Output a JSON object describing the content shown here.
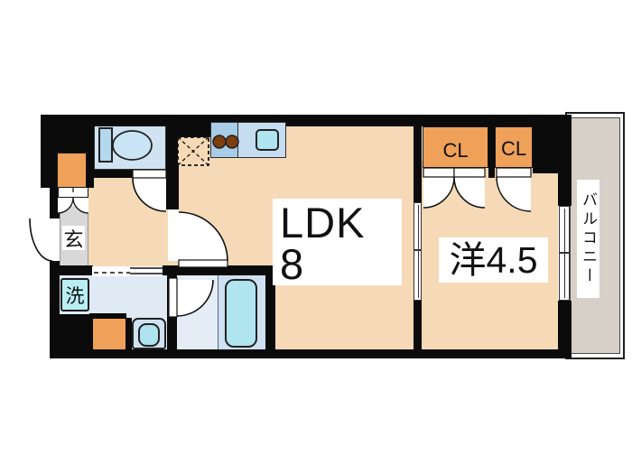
{
  "title": "apartment-floor-plan",
  "rooms": {
    "ldk": {
      "name": "LDK",
      "size": "8"
    },
    "western": {
      "label": "洋4.5"
    },
    "closet_left": {
      "label": "CL"
    },
    "closet_right": {
      "label": "CL"
    },
    "balcony": {
      "label": "バルコニー"
    },
    "entrance": {
      "label": "玄"
    },
    "washing_machine": {
      "label": "洗"
    }
  },
  "fixtures": [
    "toilet",
    "kitchen-stove-2-burner",
    "kitchen-sink",
    "refrigerator-space",
    "washing-machine",
    "washbasin",
    "bathtub",
    "shoe-cabinet",
    "sliding-windows",
    "hinged-doors",
    "closet-double-doors",
    "accordion-door"
  ],
  "colors": {
    "wall": "#0b0b0b",
    "room-peach": "#f6d9b6",
    "closet-orange": "#f0a159",
    "balcony-gray": "#d6d0c8",
    "genkan-gray": "#d8d8d8",
    "toilet-blue": "#cfe3f1",
    "washroom-blue": "#dfeaf5",
    "bathroom-blue": "#e4edf6",
    "tubarea-blue": "#cfe0f0",
    "tub-cyan": "#b0e4ef",
    "fixture-cyan": "#aee3ef",
    "washer-cyan": "#b9eef4",
    "stove-blue": "#a9cde7",
    "counter-blue": "#c6dcf0",
    "sink-cyan": "#ade4f0",
    "burner-brown": "#7b3f10"
  }
}
